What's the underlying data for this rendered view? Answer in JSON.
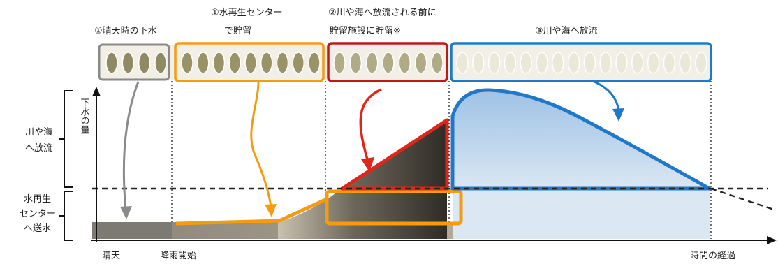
{
  "stage_labels": {
    "stage1": "①晴天時の下水",
    "stage2_line1": "①水再生センター",
    "stage2_line2": "で貯留",
    "stage3_line1": "②川や海へ放流される前に",
    "stage3_line2": "貯留施設に貯留※",
    "stage4": "③川や海へ放流"
  },
  "axis": {
    "y_label": "下水の量",
    "x_label_end": "時間の経過",
    "x_label_clear": "晴天",
    "x_label_rain_start": "降雨開始"
  },
  "left_brackets": {
    "upper_line1": "川や海",
    "upper_line2": "へ放流",
    "lower_line1": "水再生",
    "lower_line2": "センター",
    "lower_line3": "へ送水"
  },
  "colors": {
    "gray": "#8a8a8a",
    "orange": "#f59b0f",
    "red": "#e0251b",
    "blue": "#1f78c8",
    "blue_fill": "#b9d2ea",
    "dark_fill": "#3d3a33",
    "base_fill": "#d8d1c2"
  }
}
